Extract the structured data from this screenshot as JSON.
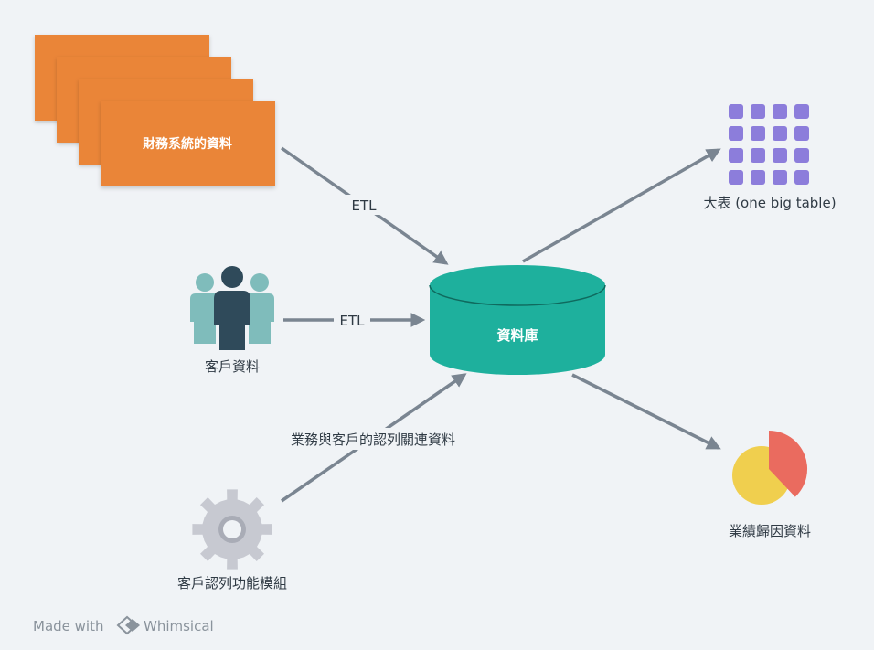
{
  "nodes": {
    "finance": {
      "label": "財務系統的資料"
    },
    "customer": {
      "label": "客戶資料"
    },
    "module": {
      "label": "客戶認列功能模組"
    },
    "database": {
      "label": "資料庫"
    },
    "bigtable": {
      "label": "大表 (one big table)"
    },
    "attribution": {
      "label": "業績歸因資料"
    }
  },
  "edges": {
    "finance_etl": {
      "label": "ETL"
    },
    "customer_etl": {
      "label": "ETL"
    },
    "module_link": {
      "label": "業務與客戶的認列關連資料"
    }
  },
  "footer": {
    "made_with": "Made with",
    "brand": "Whimsical"
  },
  "colors": {
    "card": "#ea8538",
    "database": "#1eb09d",
    "grid": "#8c7ddb",
    "pie_main": "#f0cf4e",
    "pie_slice": "#ea6b5f",
    "person_side": "#7fbcbb",
    "person_center": "#2f4a5a",
    "gear": "#c7c9d1",
    "arrow": "#7a8591"
  },
  "pie": {
    "slice_fraction": 0.38
  }
}
